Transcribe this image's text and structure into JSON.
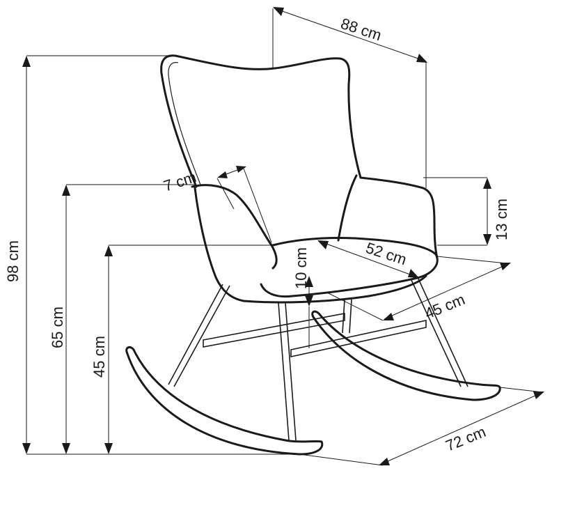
{
  "dimensions": {
    "total_width": "88 cm",
    "total_height": "98 cm",
    "armrest_height": "65 cm",
    "seat_height": "45 cm",
    "armrest_width": "7 cm",
    "armrest_above_seat": "13 cm",
    "seat_thickness": "10 cm",
    "seat_width": "52 cm",
    "seat_depth": "45 cm",
    "base_length": "72 cm"
  }
}
